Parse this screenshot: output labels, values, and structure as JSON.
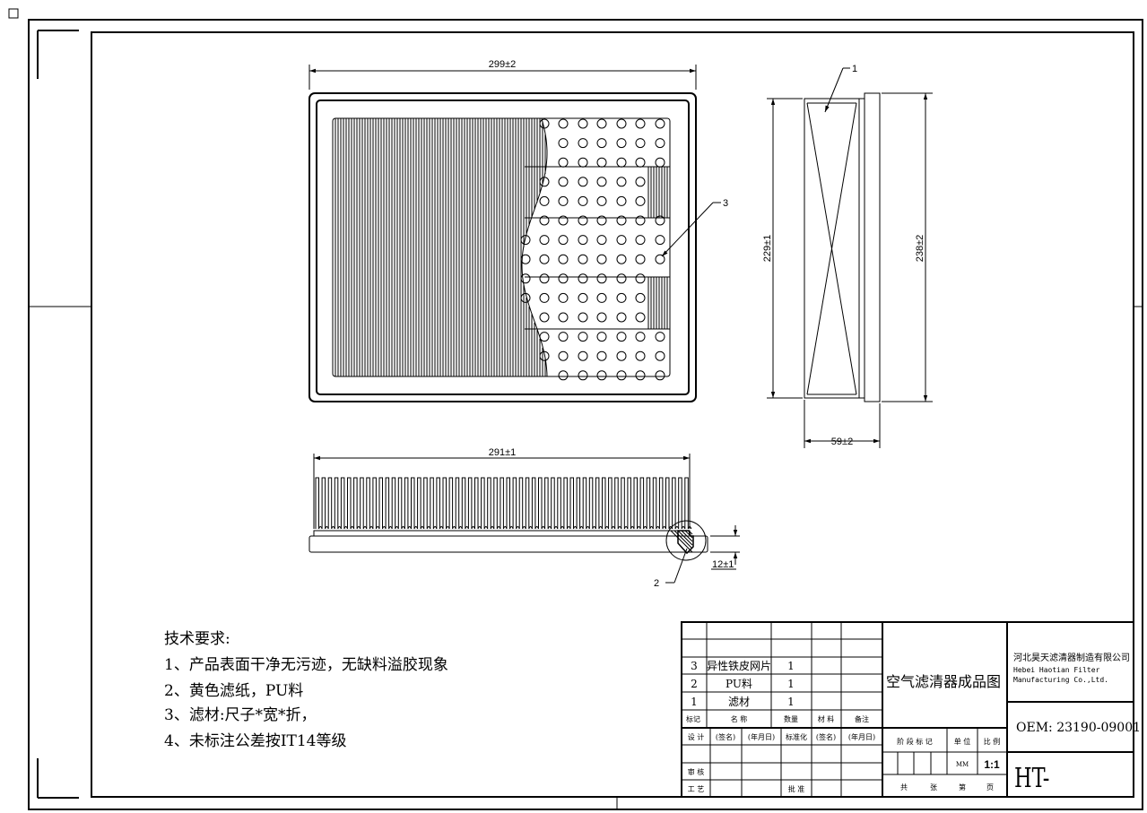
{
  "drawing": {
    "front_view": {
      "width_dim": "299±2",
      "part_label": "3"
    },
    "side_view": {
      "part_label": "1",
      "height_inner_dim": "229±1",
      "height_outer_dim": "238±2",
      "depth_dim": "59±2"
    },
    "bottom_view": {
      "length_dim": "291±1",
      "part_label": "2",
      "thickness_dim": "12±1"
    }
  },
  "notes": {
    "heading": "技术要求:",
    "items": [
      "1、产品表面干净无污迹，无缺料溢胶现象",
      "2、黄色滤纸，PU料",
      "3、滤材:尺子*宽*折，",
      "4、未标注公差按IT14等级"
    ]
  },
  "title_block": {
    "bom": [
      {
        "mark": "3",
        "name": "异性铁皮网片",
        "qty": "1"
      },
      {
        "mark": "2",
        "name": "PU料",
        "qty": "1"
      },
      {
        "mark": "1",
        "name": "滤材",
        "qty": "1"
      }
    ],
    "bom_headers": {
      "mark": "标记",
      "name": "名 称",
      "qty": "数量",
      "material": "材 料",
      "remark": "备注"
    },
    "sign_row": {
      "design": "设 计",
      "sign1": "(签名)",
      "date1": "(年月日)",
      "standard": "标准化",
      "sign2": "(签名)",
      "date2": "(年月日)"
    },
    "review": "审 核",
    "process": "工 艺",
    "approve": "批 准",
    "drawing_title": "空气滤清器成品图",
    "stage_mark": "阶 段 标 记",
    "unit_label": "单 位",
    "scale_label": "比 例",
    "unit": "MM",
    "scale": "1:1",
    "sheets": {
      "total": "共",
      "sheet": "张",
      "page_no": "第",
      "page": "页"
    },
    "company_cn": "河北昊天滤清器制造有限公司",
    "company_en_1": "Hebei Haotian Filter",
    "company_en_2": "Manufacturing Co.,Ltd.",
    "oem": "OEM: 23190-09001",
    "drawing_no": "HT-"
  }
}
